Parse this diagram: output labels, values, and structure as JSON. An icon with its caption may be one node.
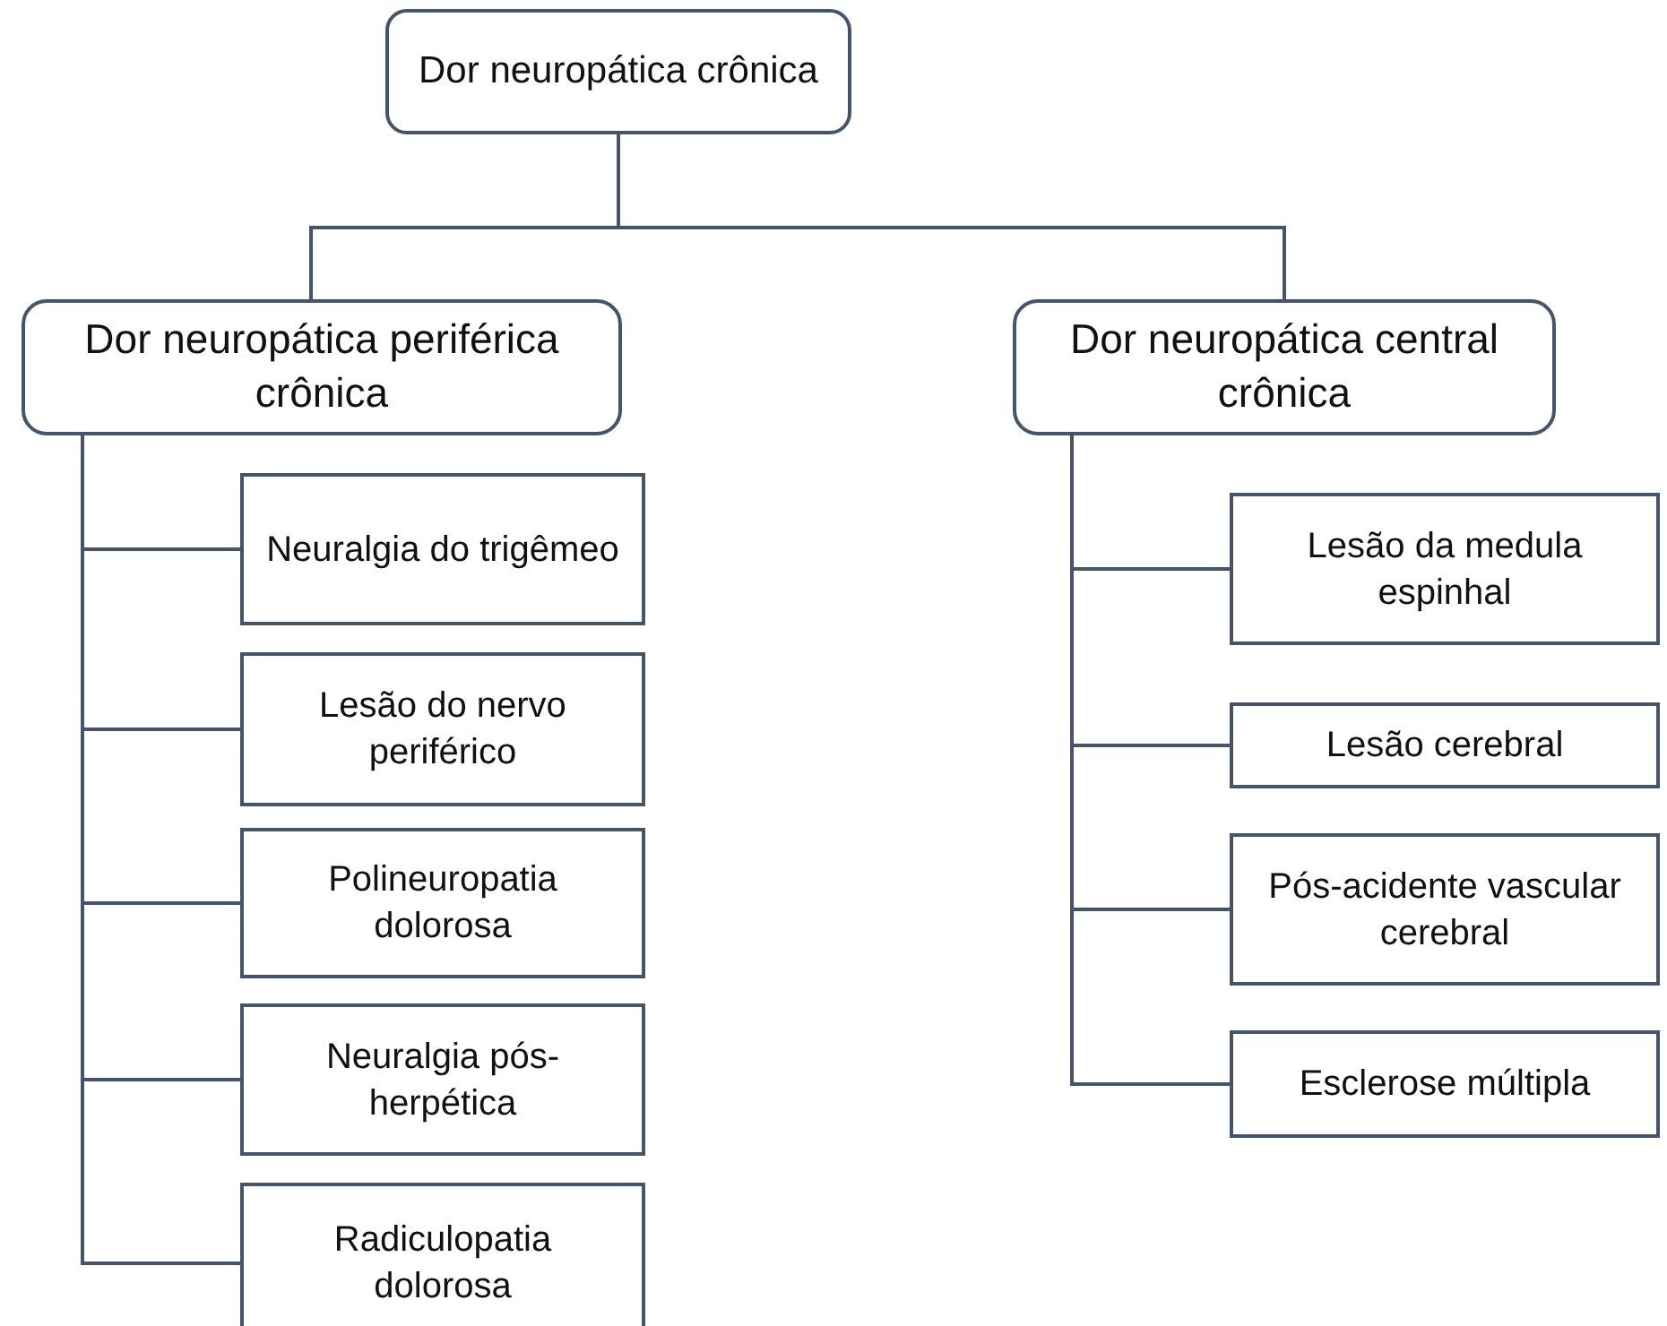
{
  "diagram": {
    "nodes": [
      {
        "text": [
          "Dor neuropática crônica"
        ]
      },
      {
        "text": [
          "Dor neuropática periférica crônica"
        ]
      },
      {
        "text": [
          "Dor neuropática central crônica"
        ]
      },
      {
        "text": [
          "Neuralgia do trigêmeo"
        ]
      },
      {
        "text": [
          "Lesão do nervo periférico"
        ]
      },
      {
        "text": [
          "Polineuropatia dolorosa"
        ]
      },
      {
        "text": [
          "Neuralgia pós-herpética"
        ]
      },
      {
        "text": [
          "Radiculopatia dolorosa"
        ]
      },
      {
        "text": [
          "Lesão da medula espinhal"
        ]
      },
      {
        "text": [
          "Lesão cerebral"
        ]
      },
      {
        "text": [
          "Pós-acidente vascular cerebral"
        ]
      },
      {
        "text": [
          "Esclerose múltipla"
        ]
      }
    ],
    "edges": [
      {
        "from": 0,
        "to": 1,
        "arrow": "none"
      },
      {
        "from": 0,
        "to": 2,
        "arrow": "none"
      },
      {
        "from": 1,
        "to": 3,
        "arrow": "none"
      },
      {
        "from": 1,
        "to": 4,
        "arrow": "none"
      },
      {
        "from": 1,
        "to": 5,
        "arrow": "none"
      },
      {
        "from": 1,
        "to": 6,
        "arrow": "none"
      },
      {
        "from": 1,
        "to": 7,
        "arrow": "none"
      },
      {
        "from": 2,
        "to": 8,
        "arrow": "none"
      },
      {
        "from": 2,
        "to": 9,
        "arrow": "none"
      },
      {
        "from": 2,
        "to": 10,
        "arrow": "none"
      },
      {
        "from": 2,
        "to": 11,
        "arrow": "none"
      }
    ]
  }
}
